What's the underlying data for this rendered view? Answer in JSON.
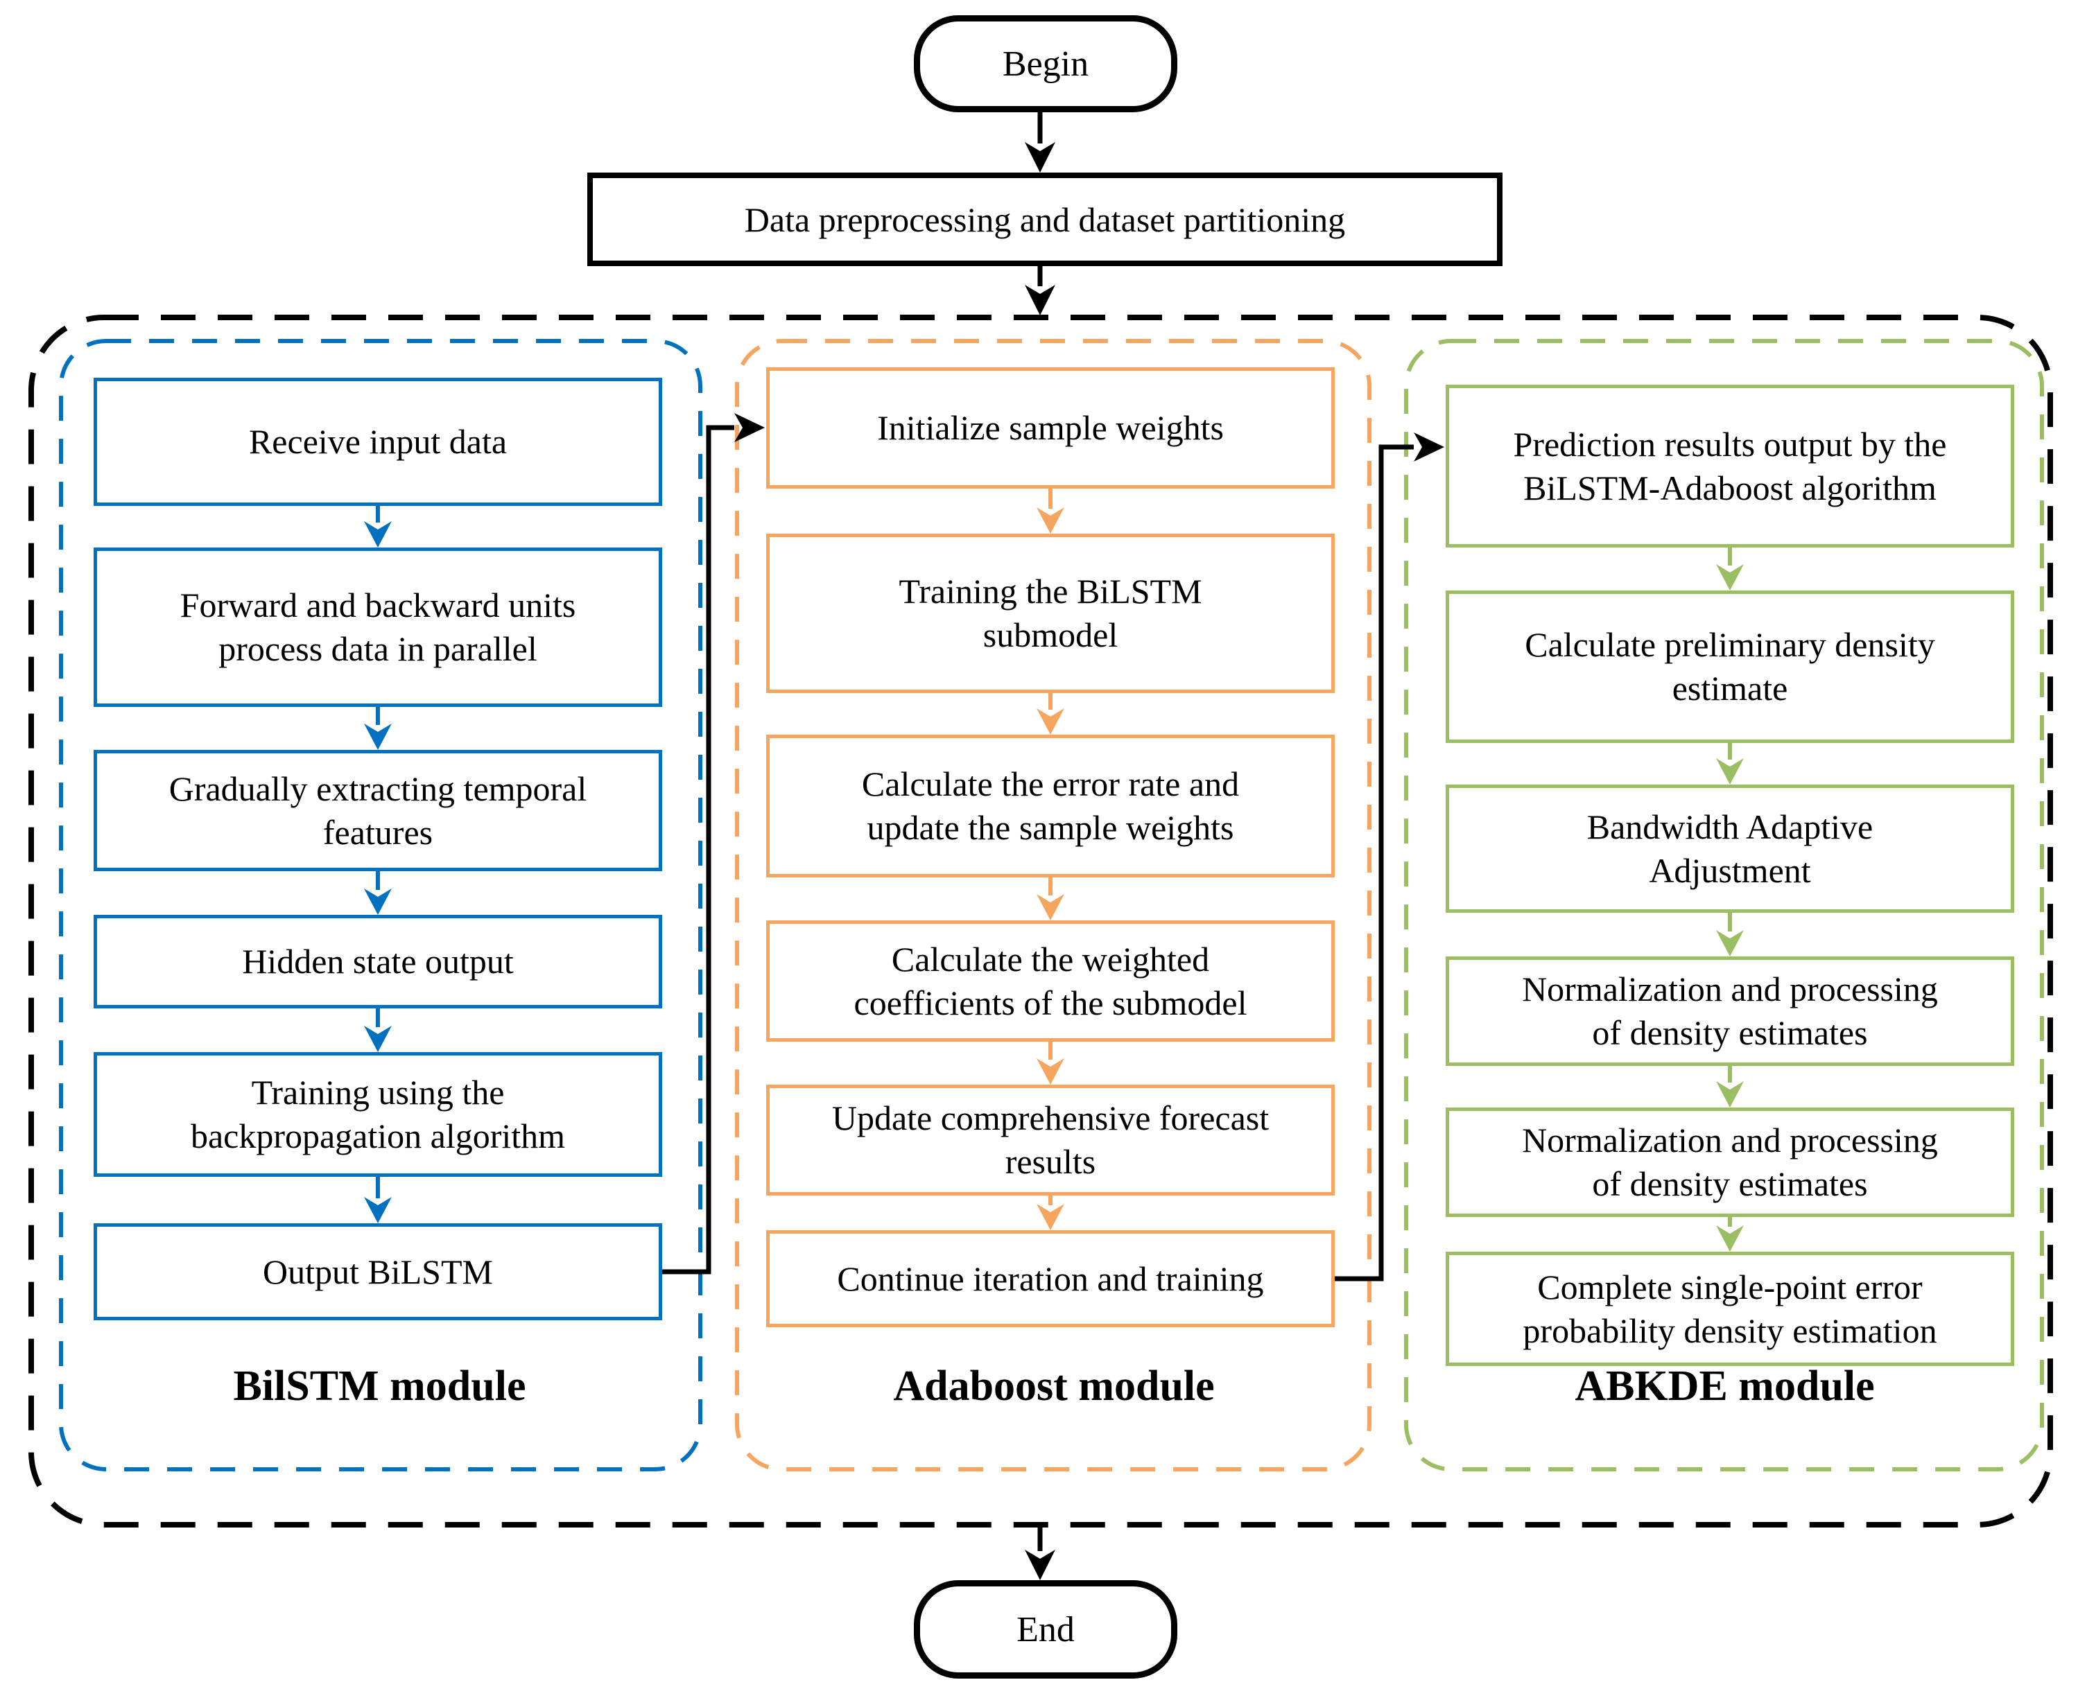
{
  "flowchart": {
    "begin_label": "Begin",
    "top_box": "Data preprocessing and dataset partitioning",
    "end_label": "End"
  },
  "colors": {
    "blue": "#0070C0",
    "orange": "#F5A55D",
    "green": "#9CBE63",
    "ink": "#000000"
  },
  "modules": [
    {
      "name": "BilSTM module",
      "boxes": [
        "Receive input data",
        "Forward and backward units\nprocess data in parallel",
        "Gradually extracting temporal\nfeatures",
        "Hidden state output",
        "Training using the\nbackpropagation algorithm",
        "Output BiLSTM"
      ]
    },
    {
      "name": "Adaboost module",
      "boxes": [
        "Initialize sample weights",
        "Training the BiLSTM\nsubmodel",
        "Calculate the error rate and\nupdate the sample weights",
        "Calculate the weighted\ncoefficients of the submodel",
        "Update comprehensive forecast\nresults",
        "Continue iteration and training"
      ]
    },
    {
      "name": "ABKDE module",
      "boxes": [
        "Prediction results output by the\nBiLSTM-Adaboost algorithm",
        "Calculate preliminary density\nestimate",
        "Bandwidth Adaptive\nAdjustment",
        "Normalization and processing\nof density estimates",
        "Normalization and processing\nof density estimates",
        "Complete single-point error\nprobability density estimation"
      ]
    }
  ]
}
